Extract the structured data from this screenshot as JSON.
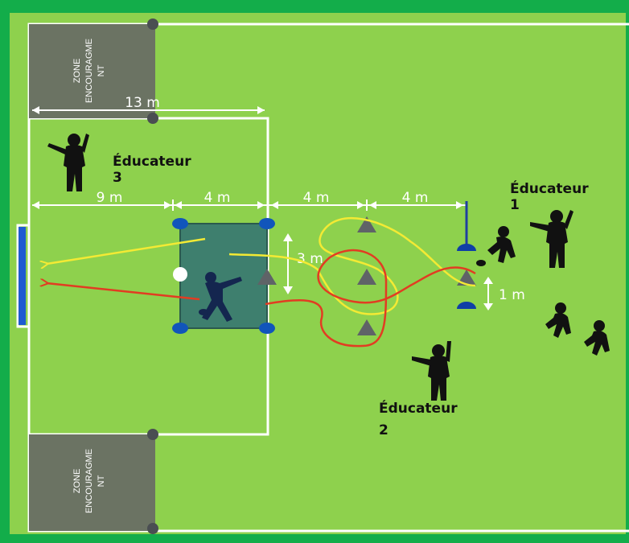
{
  "zones": {
    "top": [
      "ZONE",
      "ENCOURAGME",
      "NT"
    ],
    "bottom": [
      "ZONE",
      "ENCOURAGME",
      "NT"
    ]
  },
  "distances": {
    "width_13": "13 m",
    "d9": "9 m",
    "d4a": "4 m",
    "d4b": "4 m",
    "d4c": "4 m",
    "d3": "3 m",
    "d1": "1 m"
  },
  "coaches": {
    "c1": {
      "name": "Éducateur",
      "number": "1"
    },
    "c2": {
      "name": "Éducateur",
      "number": "2"
    },
    "c3": {
      "name": "Éducateur",
      "number": "3"
    }
  },
  "colors": {
    "border_green": "#13ad4a",
    "field": "#8ed14d",
    "zone_gray": "#6b7363",
    "square": "#3e7f6e",
    "disc_blue": "#1155bb",
    "path_yellow": "#f3ea34",
    "path_red": "#e23c22",
    "cone_gray": "#5f6367",
    "goal_blue": "#1f5bd1"
  }
}
